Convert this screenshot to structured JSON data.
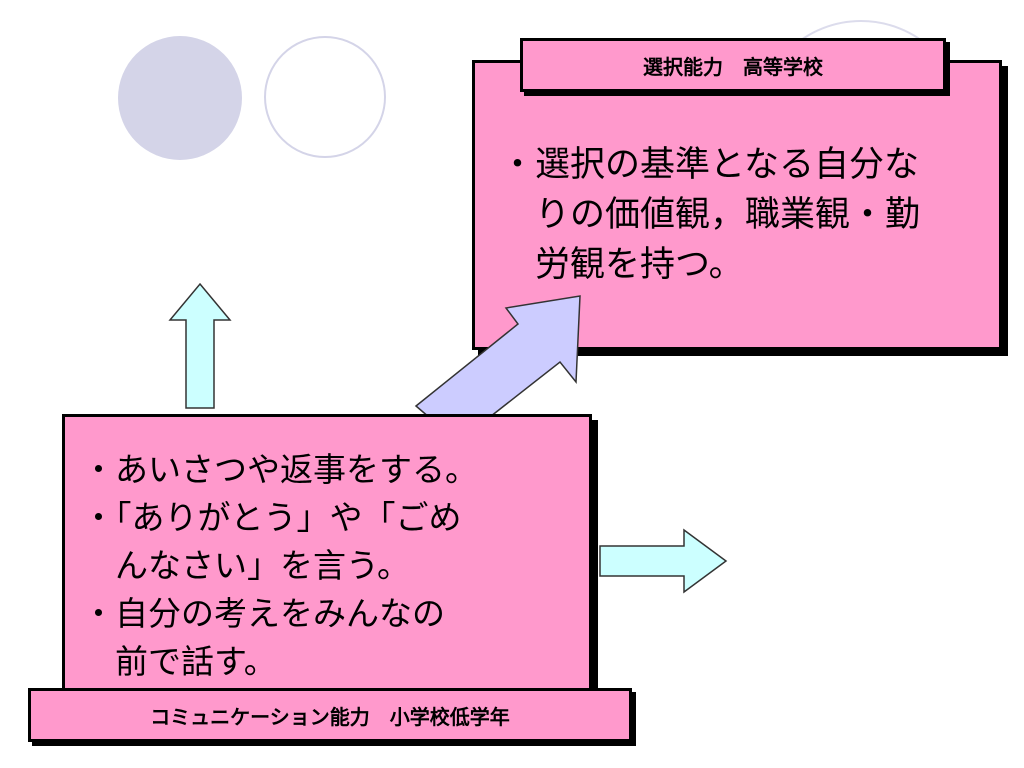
{
  "high_school_box": {
    "title": "選択能力　高等学校",
    "lines": [
      "・選択の基準となる自分な",
      "りの価値観，職業観・勤",
      "労観を持つ。"
    ]
  },
  "elementary_box": {
    "title": "コミュニケーション能力　小学校低学年",
    "lines": [
      "・あいさつや返事をする。",
      "・「ありがとう」や「ごめ",
      "んなさい」を言う。",
      "・自分の考えをみんなの",
      "前で話す。"
    ]
  },
  "colors": {
    "box_fill": "#ff99cc",
    "circle_fill": "#d4d4e8",
    "arrow_cyan": "#ccffff",
    "arrow_lavender": "#ccccff"
  }
}
